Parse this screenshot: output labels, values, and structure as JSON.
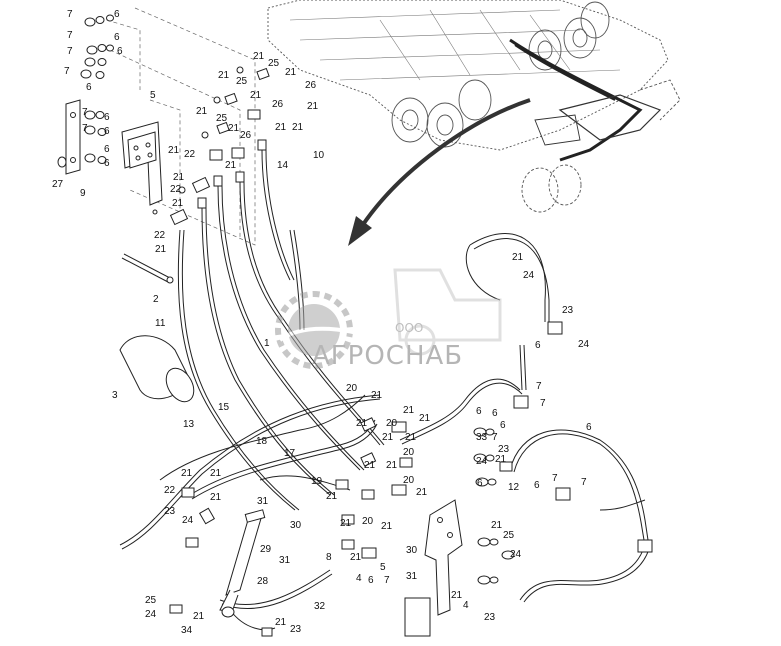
{
  "watermark": {
    "company_prefix": "ООО",
    "company_name": "АГРОСНАБ"
  },
  "callouts": [
    "7",
    "6",
    "7",
    "6",
    "7",
    "6",
    "7",
    "6",
    "7",
    "6",
    "7",
    "6",
    "6",
    "6",
    "27",
    "9",
    "5",
    "21",
    "25",
    "21",
    "25",
    "21",
    "26",
    "21",
    "26",
    "21",
    "21",
    "25",
    "21",
    "26",
    "21",
    "21",
    "22",
    "21",
    "14",
    "10",
    "21",
    "22",
    "21",
    "21",
    "22",
    "21",
    "2",
    "11",
    "3",
    "1",
    "15",
    "13",
    "18",
    "17",
    "19",
    "21",
    "21",
    "22",
    "23",
    "24",
    "21",
    "20",
    "21",
    "21",
    "21",
    "20",
    "21",
    "21",
    "21",
    "20",
    "21",
    "21",
    "20",
    "21",
    "21",
    "20",
    "21",
    "21",
    "31",
    "30",
    "29",
    "28",
    "31",
    "32",
    "25",
    "24",
    "34",
    "21",
    "21",
    "23",
    "8",
    "4",
    "6",
    "7",
    "5",
    "21",
    "30",
    "31",
    "21",
    "4",
    "23",
    "21",
    "24",
    "23",
    "6",
    "24",
    "7",
    "6",
    "7",
    "6",
    "7",
    "6",
    "33",
    "23",
    "24",
    "21",
    "6",
    "7",
    "6",
    "7",
    "6",
    "12",
    "21",
    "25",
    "24"
  ]
}
